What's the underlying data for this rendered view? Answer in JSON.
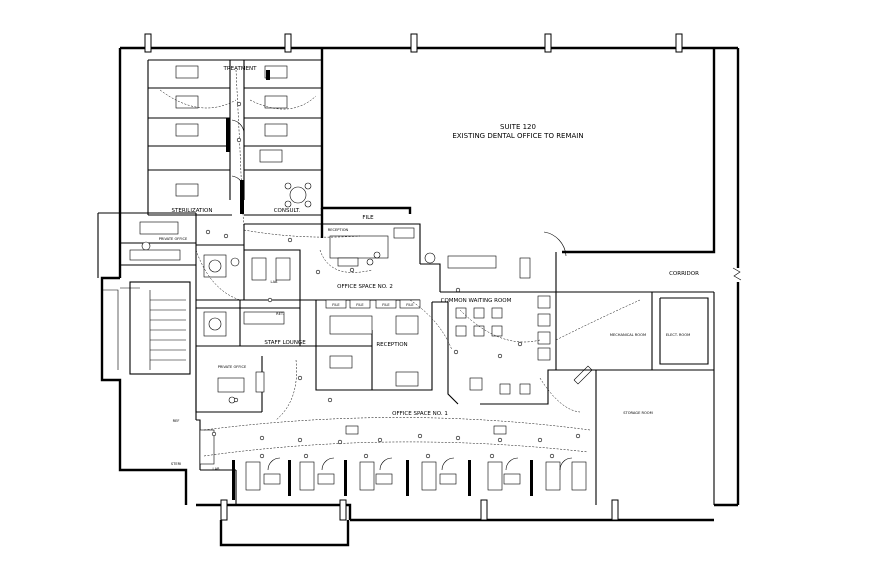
{
  "labels": {
    "suite_title": "SUITE 120",
    "suite_subtitle": "EXISTING DENTAL OFFICE TO REMAIN",
    "treatment": "TREATMENT",
    "sterilization": "STERILIZATION",
    "consult": "CONSULT.",
    "file_top": "FILE",
    "reception_top": "RECEPTION",
    "office_space_2": "OFFICE SPACE NO. 2",
    "lab_top": "LAB",
    "common_waiting": "COMMON WAITING ROOM",
    "corridor": "CORRIDOR",
    "mechanical": "MECHANICAL ROOM",
    "elect": "ELECT. ROOM",
    "storage": "STORAGE ROOM",
    "staff_lounge": "STAFF LOUNGE",
    "reception_mid": "RECEPTION",
    "file_a": "FILE",
    "file_b": "FILE",
    "file_c": "FILE",
    "file_d": "FILE",
    "private_office_top": "PRIVATE OFFICE",
    "private_office": "PRIVATE OFFICE",
    "office_space_1": "OFFICE SPACE NO. 1",
    "lab_bottom": "LAB",
    "ref": "REF",
    "steri": "STERI",
    "ret": "RET."
  }
}
